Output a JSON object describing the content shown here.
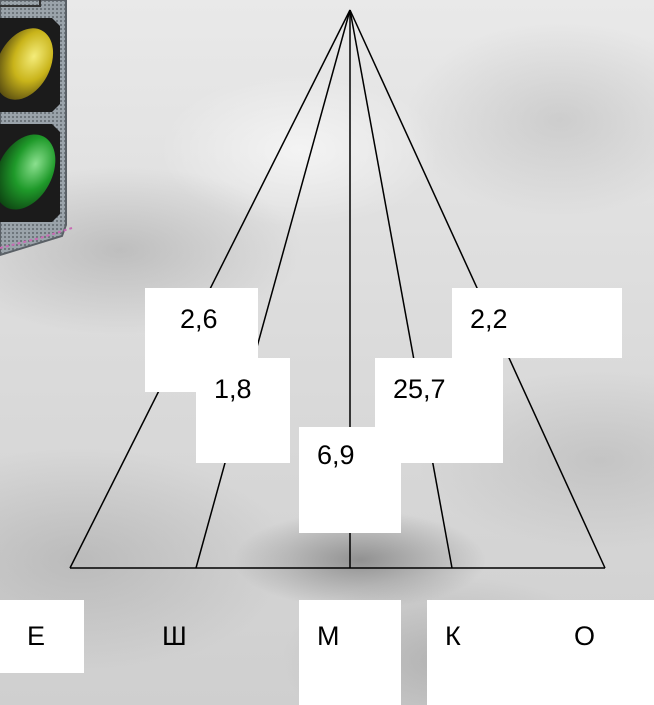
{
  "values": {
    "e": "2,6",
    "sh": "1,8",
    "m": "6,9",
    "k": "25,7",
    "o": "2,2"
  },
  "categories": {
    "e": "Е",
    "sh": "Ш",
    "m": "М",
    "k": "К",
    "o": "О"
  },
  "icons": {
    "traffic_light": "traffic-light-icon"
  },
  "colors": {
    "line": "#000000",
    "box": "#ffffff",
    "lamp_yellow": "#c8b400",
    "lamp_green": "#1f9a2a"
  }
}
